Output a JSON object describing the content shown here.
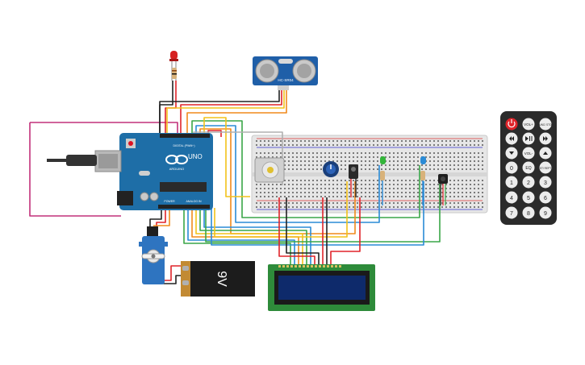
{
  "board": {
    "brand": "ARDUINO",
    "model": "UNO",
    "digital_label": "DIGITAL (PWM~)",
    "analog_label": "ANALOG IN",
    "power_label": "POWER"
  },
  "ultrasonic": {
    "label": "HC-SR04"
  },
  "battery": {
    "label": "9V"
  },
  "remote": {
    "buttons": [
      "power",
      "VOL+",
      "FUNC/STOP",
      "prev",
      "play-pause",
      "next",
      "down",
      "VOL-",
      "up",
      "0",
      "EQ",
      "ST/REPT",
      "1",
      "2",
      "3",
      "4",
      "5",
      "6",
      "7",
      "8",
      "9"
    ],
    "labels": {
      "vol_up": "VOL+",
      "func_stop": "FUNC/ STOP",
      "vol_down": "VOL-",
      "eq": "EQ",
      "st_rept": "ST/ REPT",
      "n0": "0",
      "n1": "1",
      "n2": "2",
      "n3": "3",
      "n4": "4",
      "n5": "5",
      "n6": "6",
      "n7": "7",
      "n8": "8",
      "n9": "9"
    }
  },
  "colors": {
    "board": "#1e6ea7",
    "breadboard": "#e6e6e6",
    "lcd_pcb": "#2e8b3a",
    "lcd_screen": "#0e2a6b",
    "remote": "#2b2b2b",
    "wire_red": "#e0242a",
    "wire_black": "#222222",
    "wire_yellow": "#f2c21a",
    "wire_green": "#3aa648",
    "wire_blue": "#2a8bd6",
    "wire_magenta": "#c2307a",
    "wire_orange": "#f08a1c"
  }
}
